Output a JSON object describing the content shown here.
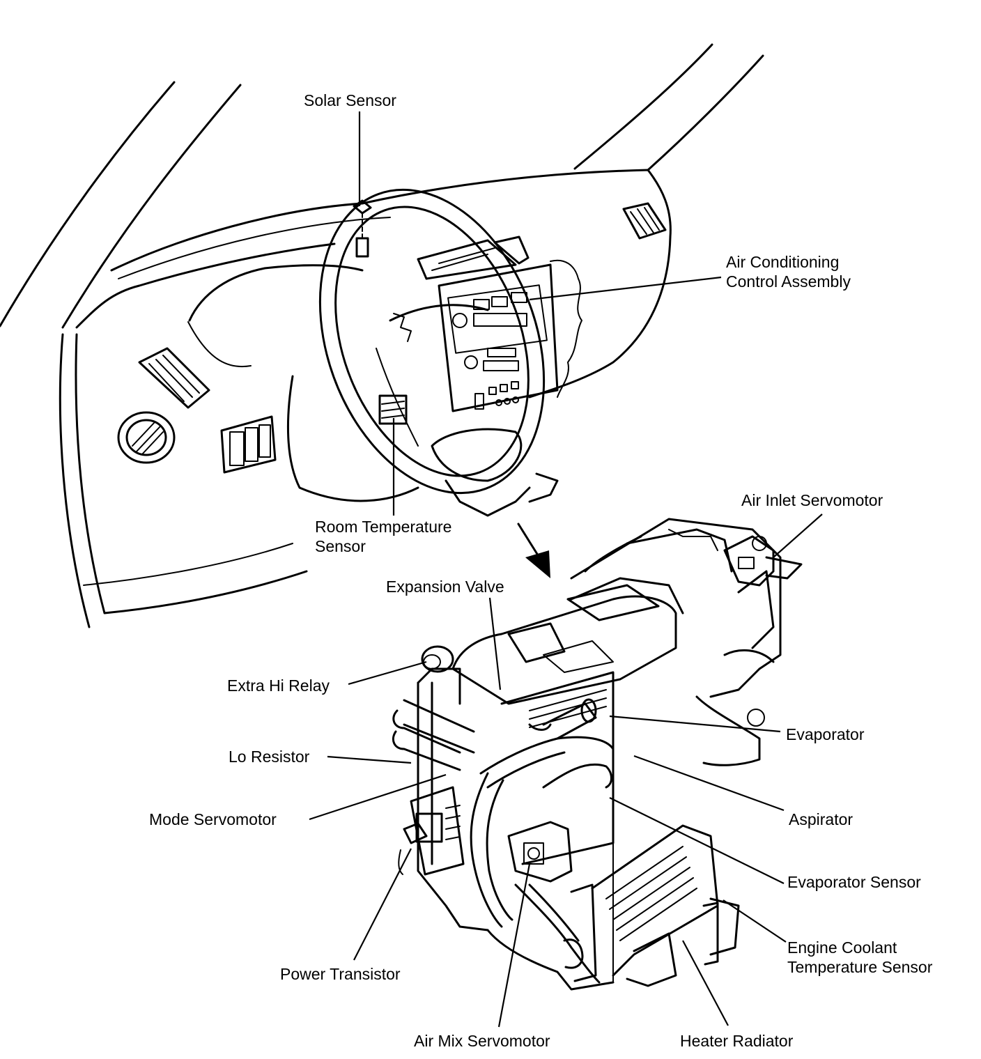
{
  "labels": {
    "solar_sensor": "Solar Sensor",
    "ac_control_1": "Air Conditioning",
    "ac_control_2": "Control Assembly",
    "room_temp_1": "Room Temperature",
    "room_temp_2": "Sensor",
    "air_inlet_servomotor": "Air Inlet Servomotor",
    "expansion_valve": "Expansion Valve",
    "extra_hi_relay": "Extra Hi Relay",
    "lo_resistor": "Lo Resistor",
    "mode_servomotor": "Mode Servomotor",
    "evaporator": "Evaporator",
    "aspirator": "Aspirator",
    "evaporator_sensor": "Evaporator Sensor",
    "engine_coolant_1": "Engine Coolant",
    "engine_coolant_2": "Temperature Sensor",
    "power_transistor": "Power Transistor",
    "air_mix_servomotor": "Air Mix Servomotor",
    "heater_radiator": "Heater Radiator"
  },
  "colors": {
    "ink": "#000000",
    "paper": "#ffffff"
  }
}
